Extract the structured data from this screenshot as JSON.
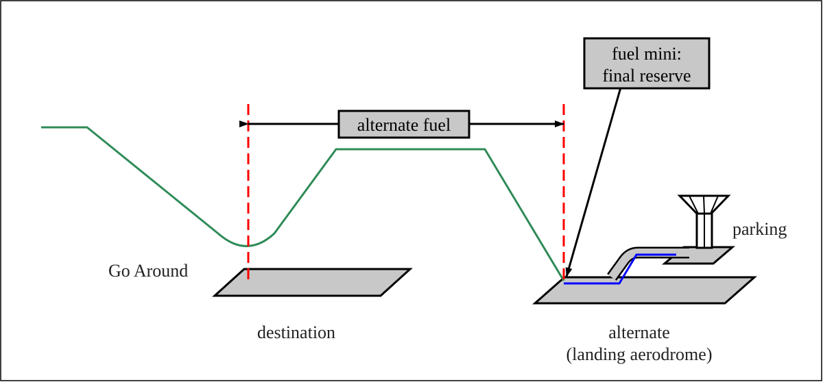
{
  "labels": {
    "alternate_fuel": "alternate fuel",
    "fuel_mini_line1": "fuel mini:",
    "fuel_mini_line2": "final reserve",
    "go_around": "Go Around",
    "destination": "destination",
    "alternate": "alternate",
    "landing_aerodrome": "(landing aerodrome)",
    "parking": "parking"
  },
  "colors": {
    "flight_path": "#2e8b57",
    "marker_line": "#ff0000",
    "taxiway_route": "#0000ff",
    "runway_fill": "#c8c8c8",
    "box_fill": "#c8c8c8",
    "frame": "#000000"
  }
}
